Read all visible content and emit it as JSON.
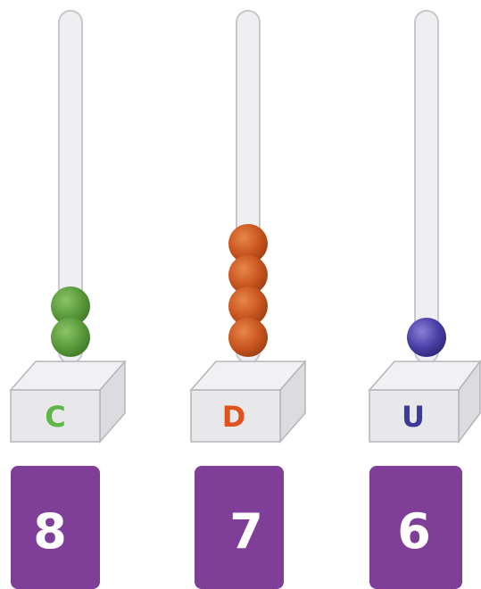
{
  "columns": [
    {
      "place": "C",
      "label_color": "#5db749",
      "bead_color": "#5a9a3c",
      "beads_on_rod": 2,
      "card_digit": "8"
    },
    {
      "place": "D",
      "label_color": "#e0531f",
      "bead_color": "#c9561f",
      "beads_on_rod": 4,
      "card_digit": "7"
    },
    {
      "place": "U",
      "label_color": "#3b3a98",
      "bead_color": "#4a3fa6",
      "beads_on_rod": 1,
      "card_digit": "6"
    }
  ],
  "colors": {
    "card": "#7f3f98",
    "rod": "#efeff1",
    "rod_outline": "#c8c8cc",
    "block_front": "#e8e8ea",
    "block_top": "#f1f1f3",
    "block_side": "#dcdcdf"
  }
}
